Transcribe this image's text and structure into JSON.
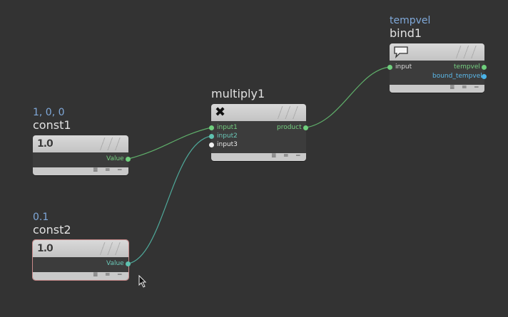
{
  "nodes": {
    "const1": {
      "comment": "1, 0, 0",
      "name": "const1",
      "icon": "constant-icon",
      "glyph": "1.0",
      "outputs": [
        "Value"
      ]
    },
    "const2": {
      "comment": "0.1",
      "name": "const2",
      "icon": "constant-icon",
      "glyph": "1.0",
      "outputs": [
        "Value"
      ],
      "selected": true
    },
    "multiply1": {
      "name": "multiply1",
      "icon": "multiply-icon",
      "glyph": "✖",
      "inputs": [
        "input1",
        "input2",
        "input3"
      ],
      "outputs": [
        "product"
      ]
    },
    "bind1": {
      "comment": "tempvel",
      "name": "bind1",
      "icon": "flag-icon",
      "inputs": [
        "input"
      ],
      "outputs": [
        "tempvel",
        "bound_tempvel"
      ]
    }
  },
  "footer_glyphs": {
    "a": "≡",
    "b": "=",
    "c": "−"
  },
  "connections": [
    {
      "from": "const1.Value",
      "to": "multiply1.input1"
    },
    {
      "from": "const2.Value",
      "to": "multiply1.input2"
    },
    {
      "from": "multiply1.product",
      "to": "bind1.input"
    }
  ],
  "colors": {
    "background": "#333333",
    "comment": "#7fa8d9",
    "port_green": "#6fcf7d",
    "port_teal": "#5fc2b0",
    "port_blue": "#4ab3e8",
    "wire_green": "#5fae6a",
    "wire_teal": "#4fa99a"
  }
}
